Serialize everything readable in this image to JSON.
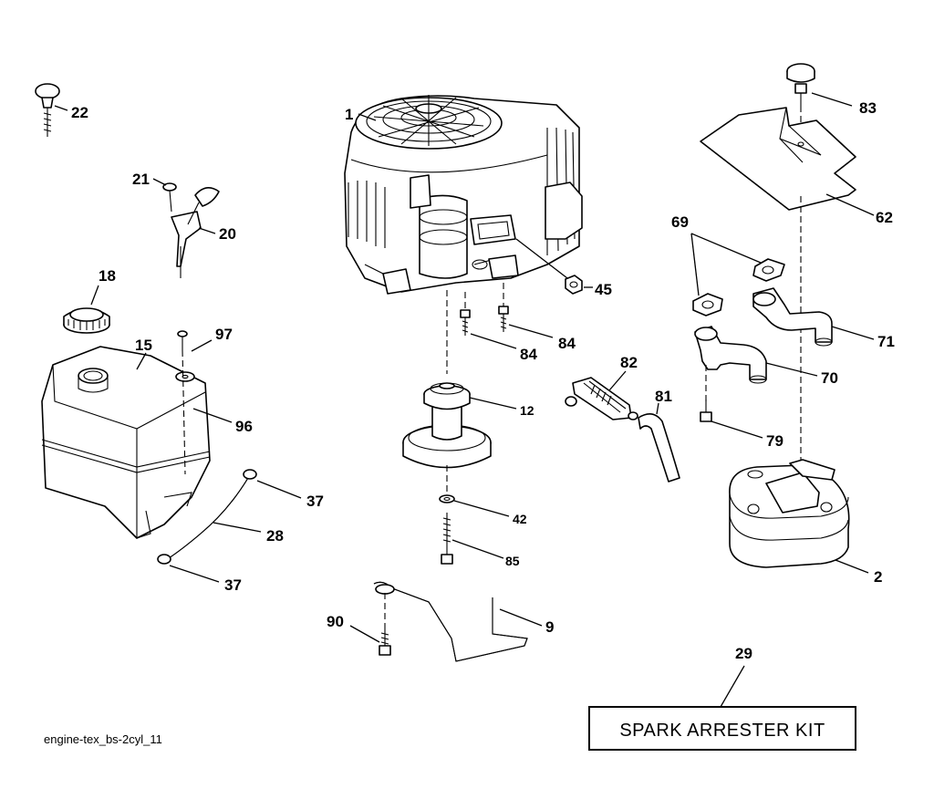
{
  "diagram": {
    "caption": "engine-tex_bs-2cyl_11",
    "kit_label": "SPARK ARRESTER KIT",
    "callouts": {
      "c1": "1",
      "c2": "2",
      "c9": "9",
      "c12": "12",
      "c15": "15",
      "c18": "18",
      "c20": "20",
      "c21": "21",
      "c22": "22",
      "c28": "28",
      "c29": "29",
      "c37a": "37",
      "c37b": "37",
      "c42": "42",
      "c45": "45",
      "c62": "62",
      "c69": "69",
      "c70": "70",
      "c71": "71",
      "c79": "79",
      "c81": "81",
      "c82": "82",
      "c83": "83",
      "c84a": "84",
      "c84b": "84",
      "c85": "85",
      "c90": "90",
      "c96": "96",
      "c97": "97"
    }
  }
}
